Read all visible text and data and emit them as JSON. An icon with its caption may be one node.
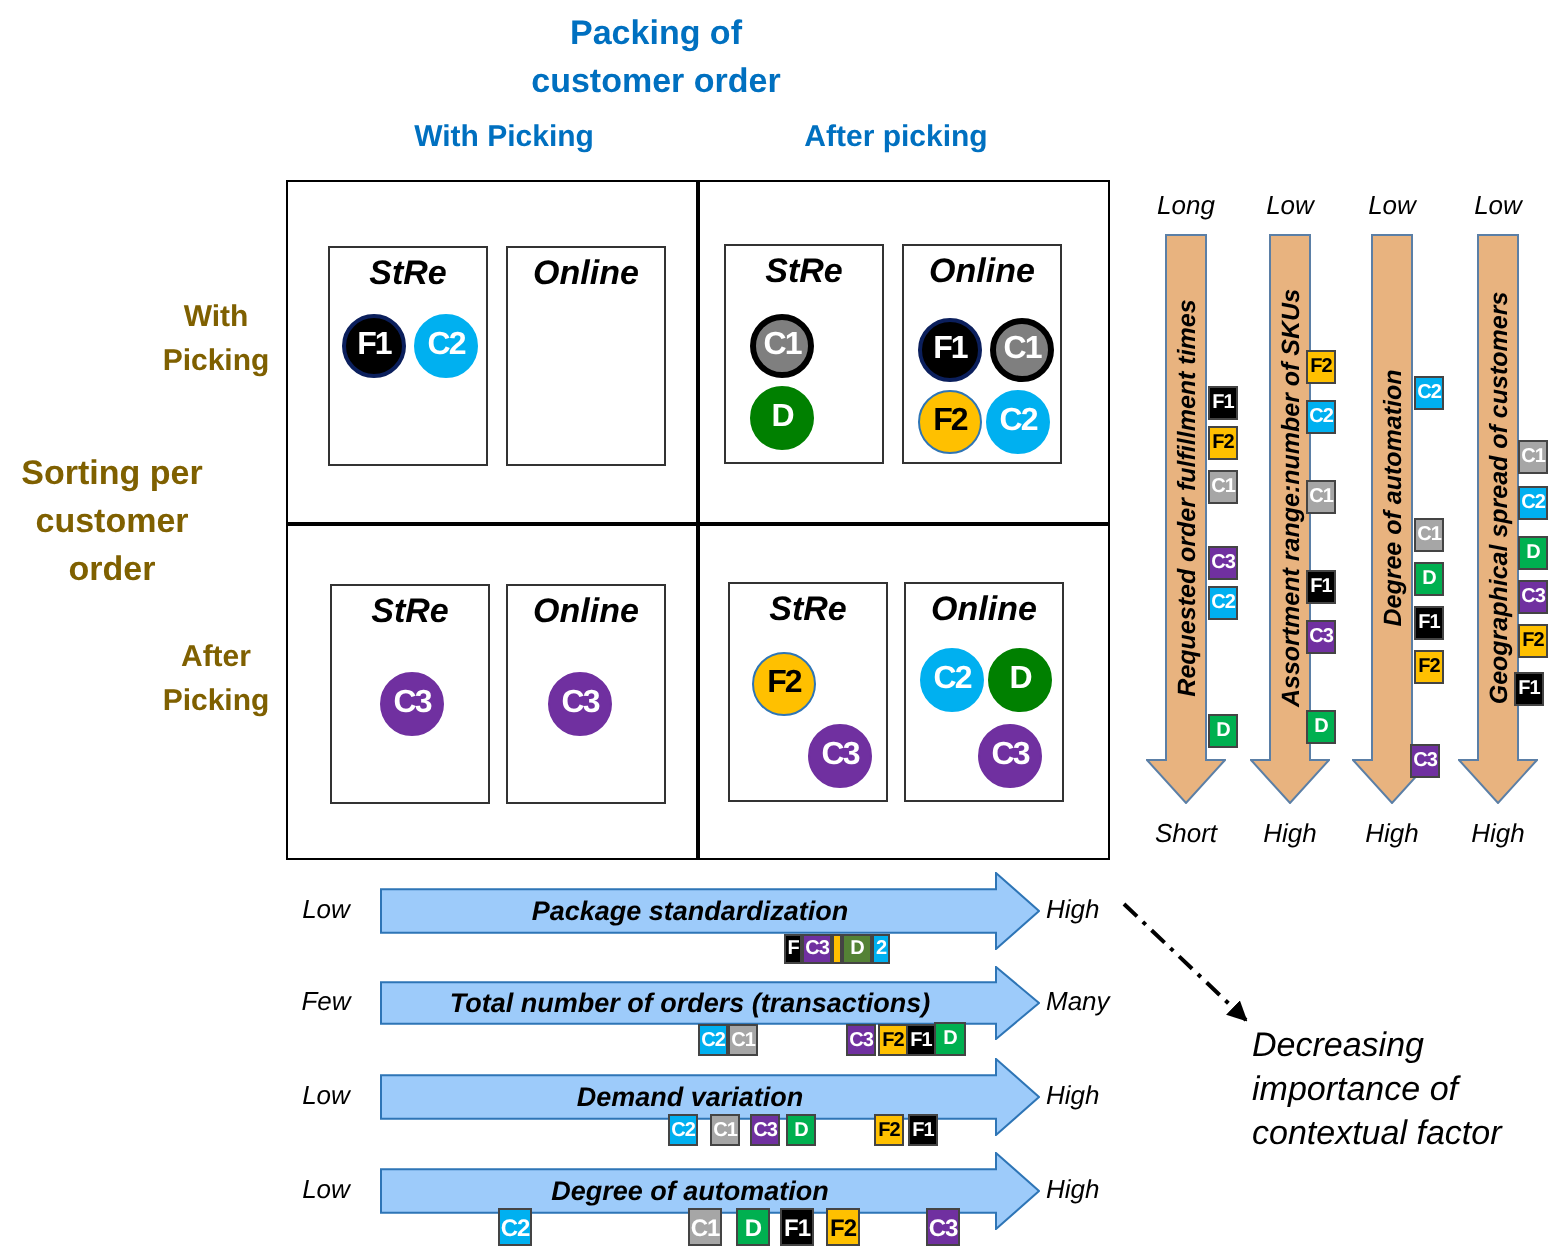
{
  "diagram": {
    "nodes": [
      {
        "text": [],
        "shape": "box"
      },
      {
        "text": [
          "StRe"
        ],
        "in": 0
      },
      {
        "text": [
          "F1"
        ],
        "in": 1
      },
      {
        "text": [
          "C2"
        ],
        "in": 1
      },
      {
        "text": [
          "Online"
        ],
        "in": 0
      },
      {
        "text": [],
        "shape": "box"
      },
      {
        "text": [
          "StRe"
        ],
        "in": 5
      },
      {
        "text": [
          "C1"
        ],
        "in": 6
      },
      {
        "text": [
          "D"
        ],
        "in": 6
      },
      {
        "text": [
          "Online"
        ],
        "in": 5
      },
      {
        "text": [
          "F1"
        ],
        "in": 9
      },
      {
        "text": [
          "C1"
        ],
        "in": 9
      },
      {
        "text": [
          "F2"
        ],
        "in": 9
      },
      {
        "text": [
          "C2"
        ],
        "in": 9
      },
      {
        "text": [],
        "shape": "box"
      },
      {
        "text": [
          "StRe"
        ],
        "in": 14
      },
      {
        "text": [
          "C3"
        ],
        "in": 15
      },
      {
        "text": [
          "Online"
        ],
        "in": 14
      },
      {
        "text": [
          "C3"
        ],
        "in": 17
      },
      {
        "text": [],
        "shape": "box"
      },
      {
        "text": [
          "StRe"
        ],
        "in": 19
      },
      {
        "text": [
          "F2"
        ],
        "in": 20
      },
      {
        "text": [
          "C3"
        ],
        "in": 20
      },
      {
        "text": [
          "Online"
        ],
        "in": 19
      },
      {
        "text": [
          "C2"
        ],
        "in": 23
      },
      {
        "text": [
          "D"
        ],
        "in": 23
      },
      {
        "text": [
          "C3"
        ],
        "in": 23
      },
      {
        "text": [
          "Requested order fulfillment times"
        ],
        "beside": [
          "Long",
          "Short"
        ]
      },
      {
        "text": [
          "F1"
        ]
      },
      {
        "text": [
          "F2"
        ]
      },
      {
        "text": [
          "C1"
        ]
      },
      {
        "text": [
          "C3"
        ]
      },
      {
        "text": [
          "C2"
        ]
      },
      {
        "text": [
          "D"
        ]
      },
      {
        "text": [
          "Assortment range:number of SKUs"
        ],
        "beside": [
          "Low",
          "High"
        ]
      },
      {
        "text": [
          "F2"
        ]
      },
      {
        "text": [
          "C2"
        ]
      },
      {
        "text": [
          "C1"
        ]
      },
      {
        "text": [
          "F1"
        ]
      },
      {
        "text": [
          "C3"
        ]
      },
      {
        "text": [
          "D"
        ]
      },
      {
        "text": [
          "Degree of automation"
        ],
        "beside": [
          "Low",
          "High"
        ]
      },
      {
        "text": [
          "C2"
        ]
      },
      {
        "text": [
          "C1"
        ]
      },
      {
        "text": [
          "D"
        ]
      },
      {
        "text": [
          "F1"
        ]
      },
      {
        "text": [
          "F2"
        ]
      },
      {
        "text": [
          "C3"
        ]
      },
      {
        "text": [
          "Geographical spread of customers"
        ],
        "beside": [
          "Low",
          "High"
        ]
      },
      {
        "text": [
          "C1"
        ]
      },
      {
        "text": [
          "C2"
        ]
      },
      {
        "text": [
          "D"
        ]
      },
      {
        "text": [
          "C3"
        ]
      },
      {
        "text": [
          "F2"
        ]
      },
      {
        "text": [
          "F1"
        ]
      },
      {
        "text": [
          "Package standardization"
        ],
        "beside": [
          "Low",
          "High"
        ]
      },
      {
        "text": [
          "F"
        ]
      },
      {
        "text": [
          "C3"
        ]
      },
      {
        "text": [],
        "shape": "box"
      },
      {
        "text": [
          "D"
        ]
      },
      {
        "text": [
          "2"
        ]
      },
      {
        "text": [
          "Total number of orders (transactions)"
        ],
        "beside": [
          "Few",
          "Many"
        ]
      },
      {
        "text": [
          "C2"
        ]
      },
      {
        "text": [
          "C1"
        ]
      },
      {
        "text": [
          "C3"
        ]
      },
      {
        "text": [
          "F2"
        ]
      },
      {
        "text": [
          "F1"
        ]
      },
      {
        "text": [
          "D"
        ]
      },
      {
        "text": [
          "Demand variation"
        ],
        "beside": [
          "Low",
          "High"
        ]
      },
      {
        "text": [
          "C2"
        ]
      },
      {
        "text": [
          "C1"
        ]
      },
      {
        "text": [
          "C3"
        ]
      },
      {
        "text": [
          "D"
        ]
      },
      {
        "text": [
          "F2"
        ]
      },
      {
        "text": [
          "F1"
        ]
      },
      {
        "text": [
          "Degree of automation"
        ],
        "beside": [
          "Low",
          "High"
        ]
      },
      {
        "text": [
          "C2"
        ]
      },
      {
        "text": [
          "C1"
        ]
      },
      {
        "text": [
          "D"
        ]
      },
      {
        "text": [
          "F1"
        ]
      },
      {
        "text": [
          "F2"
        ]
      },
      {
        "text": [
          "C3"
        ]
      },
      {
        "text": [
          "Decreasing importance of contextual factor"
        ]
      }
    ],
    "edges": [
      {
        "from": null,
        "to": 82,
        "arrow": "to",
        "style": "dashed"
      }
    ],
    "labels": [
      "Packing of customer order",
      "With Picking",
      "After picking",
      "With Picking",
      "Sorting per customer order",
      "After Picking"
    ]
  }
}
